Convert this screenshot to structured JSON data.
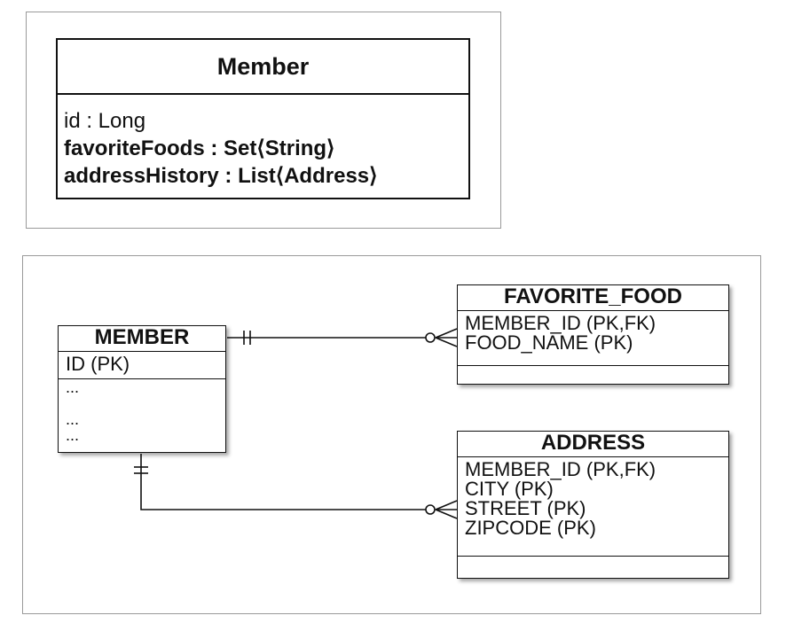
{
  "uml_class": {
    "name": "Member",
    "attributes": [
      {
        "text": "id : Long",
        "weight": "normal"
      },
      {
        "text": "favoriteFoods : Set⟨String⟩",
        "weight": "bold"
      },
      {
        "text": "addressHistory : List⟨Address⟩",
        "weight": "bold"
      }
    ]
  },
  "er": {
    "member": {
      "title": "MEMBER",
      "pk": "ID (PK)",
      "dots": [
        "...",
        "",
        "...",
        "..."
      ]
    },
    "favorite_food": {
      "title": "FAVORITE_FOOD",
      "columns": [
        "MEMBER_ID (PK,FK)",
        "FOOD_NAME (PK)"
      ]
    },
    "address": {
      "title": "ADDRESS",
      "columns": [
        "MEMBER_ID (PK,FK)",
        "CITY (PK)",
        "STREET (PK)",
        "ZIPCODE (PK)"
      ]
    },
    "relationships": [
      {
        "from": "MEMBER",
        "to": "FAVORITE_FOOD",
        "from_cardinality": "one-and-only-one",
        "to_cardinality": "zero-or-many"
      },
      {
        "from": "MEMBER",
        "to": "ADDRESS",
        "from_cardinality": "one-and-only-one",
        "to_cardinality": "zero-or-many"
      }
    ]
  }
}
